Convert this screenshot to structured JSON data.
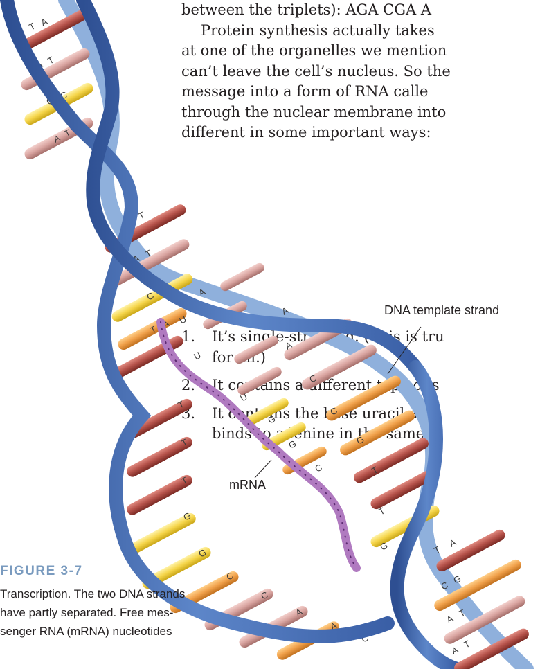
{
  "text": {
    "line1": "between the triplets): AGA CGA A",
    "para2": [
      "Protein synthesis actually takes",
      "at one of the organelles we mention",
      "can’t leave the cell’s nucleus. So the",
      "message into a form of RNA calle",
      "through the nuclear membrane into",
      "different in some important ways:"
    ]
  },
  "list": [
    {
      "num": "1.",
      "lines": [
        "It’s single-stranded. (This is tru",
        "for all.)"
      ]
    },
    {
      "num": "2.",
      "lines": [
        "It contains a different type of s"
      ]
    },
    {
      "num": "3.",
      "lines": [
        "It contains the base uracil as a",
        "binds to adenine in the same w"
      ]
    }
  ],
  "figure": {
    "label_template": "DNA  template strand",
    "label_mrna": "mRNA",
    "caption_title": "FIGURE 3-7",
    "caption_lines": [
      "Transcription. The two DNA strands",
      "have partly separated. Free mes-",
      "senger RNA (mRNA) nucleotides"
    ]
  },
  "colors": {
    "helix_blue": "#4a72b8",
    "base_red": "#b5524a",
    "base_pink": "#d9a4a0",
    "base_orange": "#f0a04a",
    "base_yellow": "#f5d54a",
    "mrna_purple": "#b07ac0",
    "caption_title": "#7a9bbf"
  }
}
